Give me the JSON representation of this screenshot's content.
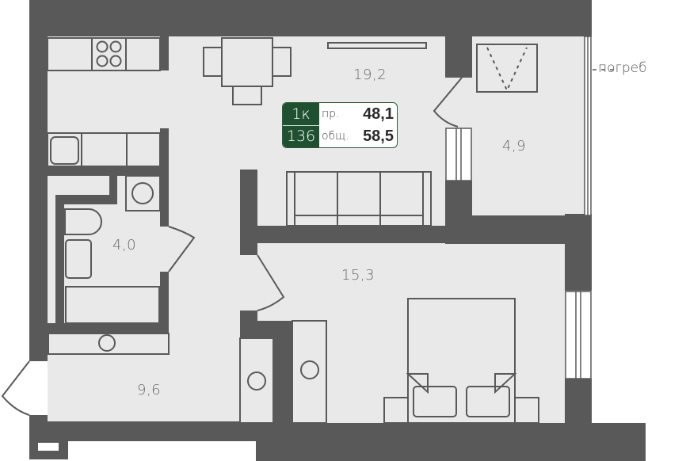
{
  "plan": {
    "colors": {
      "wall": "#595959",
      "floor": "#e9e9e9",
      "line": "#595959",
      "accent": "#1f5130"
    },
    "rooms": [
      {
        "id": "living-kitchen",
        "area": "19,2"
      },
      {
        "id": "storage",
        "area": "4,9"
      },
      {
        "id": "bathroom",
        "area": "4,0"
      },
      {
        "id": "bedroom",
        "area": "15,3"
      },
      {
        "id": "hallway",
        "area": "9,6"
      }
    ],
    "cellar_note": "погреб"
  },
  "badge": {
    "rooms_label": "1к",
    "number": "136",
    "living_label": "пр.",
    "living_area": "48,1",
    "total_label": "общ.",
    "total_area": "58,5"
  }
}
